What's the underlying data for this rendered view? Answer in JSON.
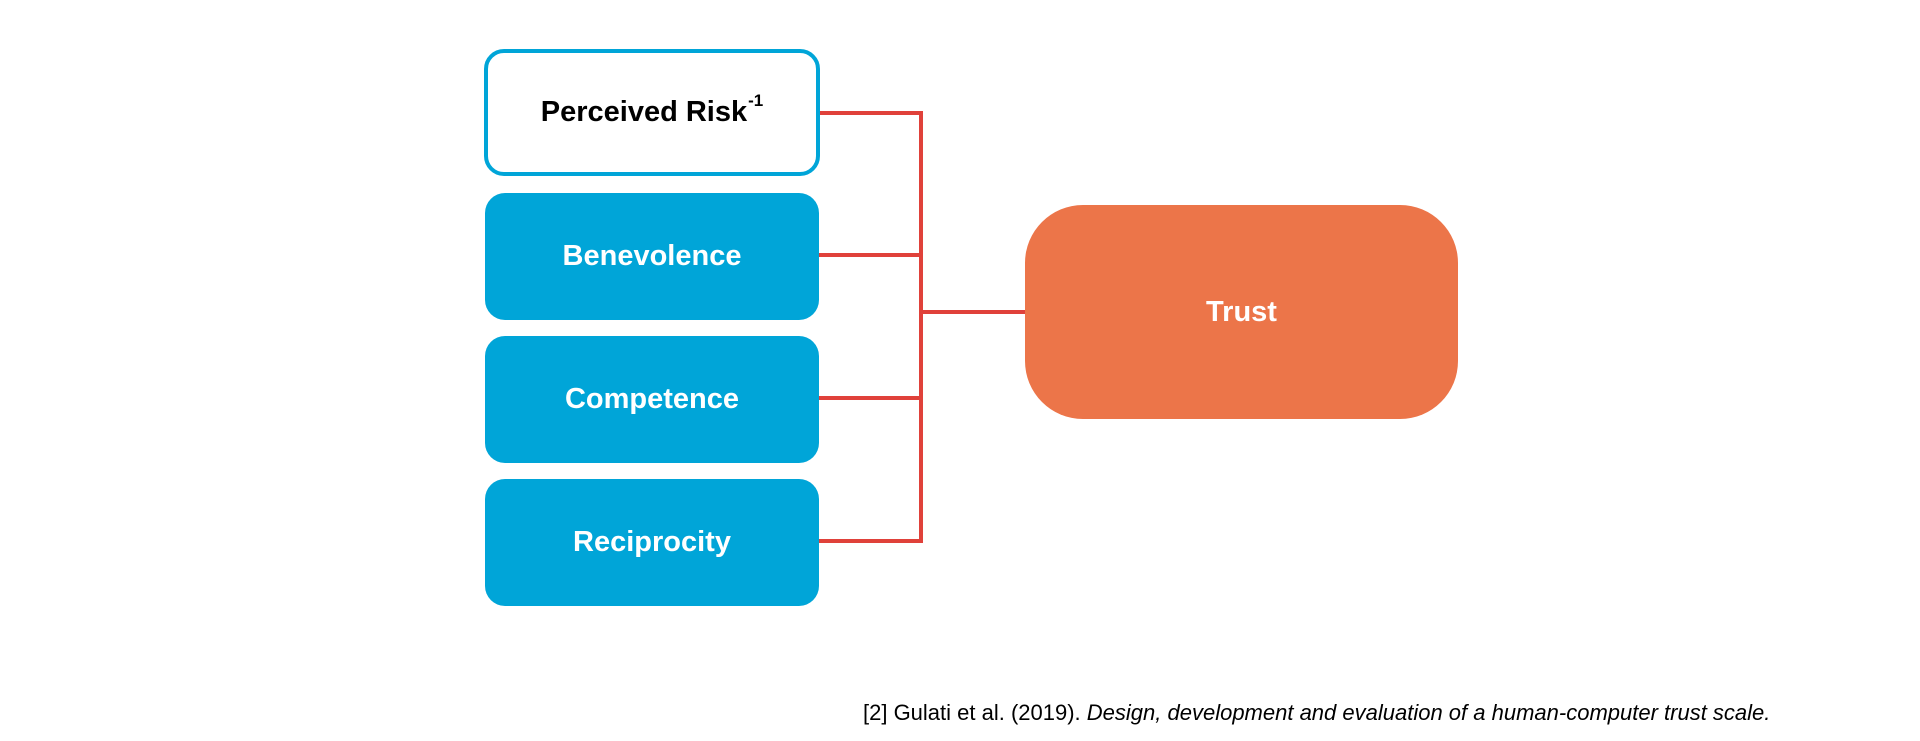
{
  "diagram": {
    "factors": [
      {
        "label": "Perceived Risk",
        "superscript": "-1",
        "style": "outline"
      },
      {
        "label": "Benevolence",
        "style": "filled"
      },
      {
        "label": "Competence",
        "style": "filled"
      },
      {
        "label": "Reciprocity",
        "style": "filled"
      }
    ],
    "outcome": {
      "label": "Trust"
    },
    "colors": {
      "factor_blue": "#00a5d8",
      "outcome_orange": "#ec7549",
      "connector_red": "#e0413a"
    }
  },
  "citation": {
    "prefix": "[2] Gulati et al. (2019). ",
    "title": "Design, development and evaluation of a human-computer trust scale."
  }
}
